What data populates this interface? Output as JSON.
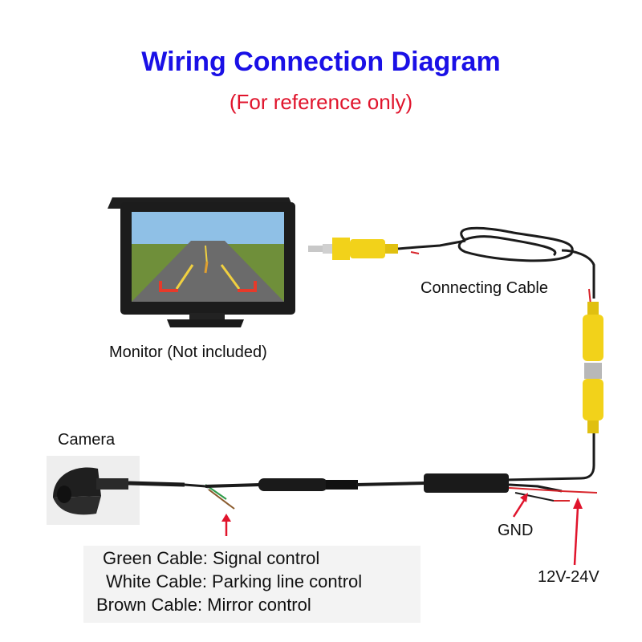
{
  "header": {
    "title": "Wiring Connection Diagram",
    "subtitle": "(For reference only)"
  },
  "labels": {
    "connecting_cable": "Connecting Cable",
    "monitor": "Monitor (Not included)",
    "camera": "Camera",
    "gnd": "GND",
    "power": "12V-24V"
  },
  "legend": [
    {
      "text": "Green Cable: Signal control"
    },
    {
      "text": "White Cable: Parking line control"
    },
    {
      "text": "Brown Cable: Mirror control"
    }
  ],
  "colors": {
    "title": "#1a10e6",
    "subtitle": "#e0142c",
    "arrow": "#e0142c",
    "connector_yellow": "#f2d21a",
    "cable": "#1b1b1b",
    "red_wire": "#d8262c",
    "green_wire": "#2e9b4a",
    "brown_wire": "#8a5a2b"
  }
}
